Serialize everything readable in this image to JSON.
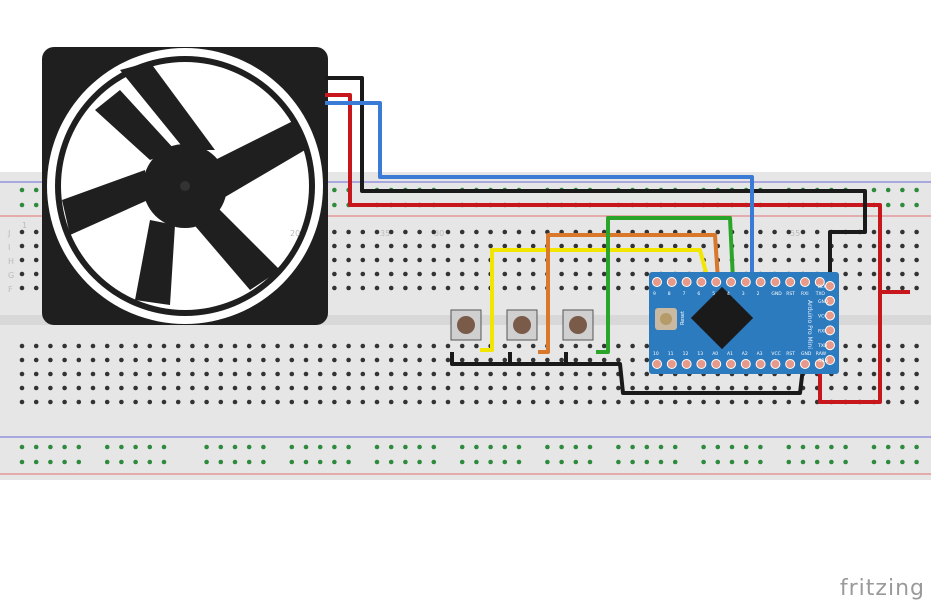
{
  "breadboard": {
    "row_letters": [
      "J",
      "I",
      "H",
      "G",
      "F"
    ],
    "column_numbers": [
      "1",
      "20",
      "35",
      "30",
      "55"
    ]
  },
  "arduino": {
    "name": "Arduino Pro Mini",
    "reset_label": "Reset",
    "top_pins": [
      "9",
      "8",
      "7",
      "6",
      "5",
      "4",
      "3",
      "2",
      "GND",
      "RST",
      "RXI",
      "TXO"
    ],
    "bottom_pins": [
      "10",
      "11",
      "12",
      "13",
      "A0",
      "A1",
      "A2",
      "A3",
      "VCC",
      "RST",
      "GND",
      "RAW"
    ],
    "side_pins": [
      "BLK",
      "GND",
      "VCC",
      "RXI",
      "TXO",
      "GRN"
    ]
  },
  "wire_colors": {
    "black": "#1a1a1a",
    "red": "#c8161d",
    "blue": "#3a7bd5",
    "green": "#2aa52a",
    "yellow": "#f2e600",
    "orange": "#d9772a"
  },
  "logo": "fritzing"
}
